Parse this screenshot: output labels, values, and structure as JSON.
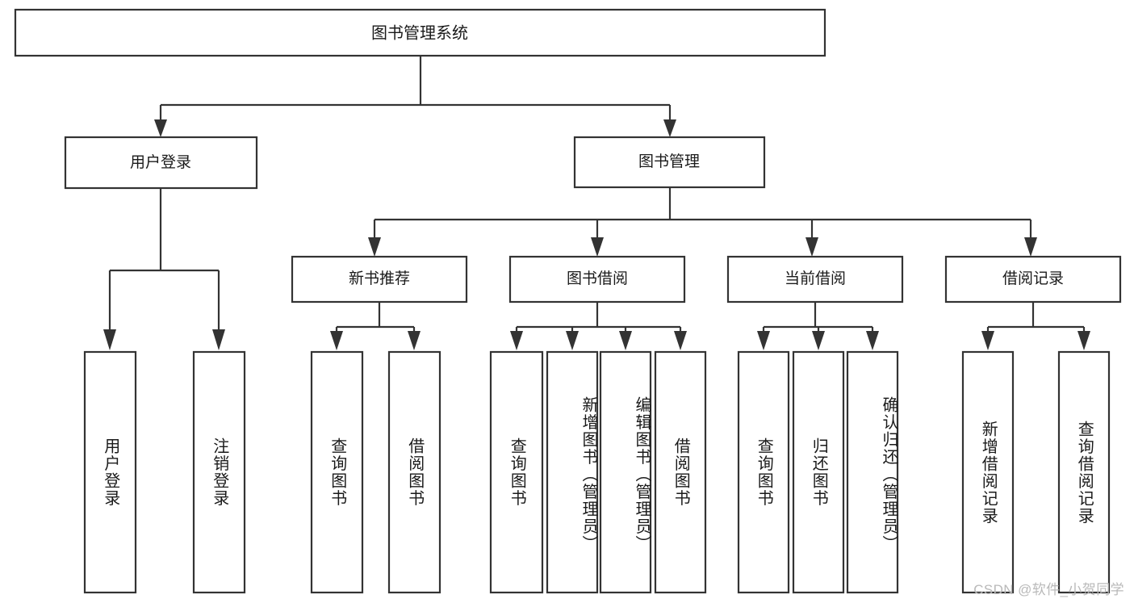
{
  "diagram": {
    "title": "图书管理系统",
    "type": "tree-hierarchy-chart",
    "orientation": "top-down",
    "colors": {
      "box_fill": "#ffffff",
      "box_stroke": "#333333",
      "text": "#1a1a1a",
      "background": "#ffffff",
      "watermark": "#b9b9b9"
    }
  },
  "watermark": {
    "text": "CSDN @软件_小贺同学"
  },
  "nodes": {
    "root": {
      "label": "图书管理系统"
    },
    "level1": [
      {
        "label": "用户登录"
      },
      {
        "label": "图书管理"
      }
    ],
    "level2": [
      {
        "label": "新书推荐"
      },
      {
        "label": "图书借阅"
      },
      {
        "label": "当前借阅"
      },
      {
        "label": "借阅记录"
      }
    ],
    "leaves": {
      "user_login": [
        {
          "label": "用户登录"
        },
        {
          "label": "注销登录"
        }
      ],
      "new_book": [
        {
          "label": "查询图书"
        },
        {
          "label": "借阅图书"
        }
      ],
      "book_borrow": [
        {
          "label": "查询图书"
        },
        {
          "label": "新增图书（管理员）"
        },
        {
          "label": "编辑图书（管理员）"
        },
        {
          "label": "借阅图书"
        }
      ],
      "current_borrow": [
        {
          "label": "查询图书"
        },
        {
          "label": "归还图书"
        },
        {
          "label": "确认归还（管理员）"
        }
      ],
      "borrow_record": [
        {
          "label": "新增借阅记录"
        },
        {
          "label": "查询借阅记录"
        }
      ]
    }
  },
  "chart_data": {
    "type": "tree",
    "title": "图书管理系统",
    "hierarchy": {
      "name": "图书管理系统",
      "children": [
        {
          "name": "用户登录",
          "children": [
            {
              "name": "用户登录"
            },
            {
              "name": "注销登录"
            }
          ]
        },
        {
          "name": "图书管理",
          "children": [
            {
              "name": "新书推荐",
              "children": [
                {
                  "name": "查询图书"
                },
                {
                  "name": "借阅图书"
                }
              ]
            },
            {
              "name": "图书借阅",
              "children": [
                {
                  "name": "查询图书"
                },
                {
                  "name": "新增图书（管理员）"
                },
                {
                  "name": "编辑图书（管理员）"
                },
                {
                  "name": "借阅图书"
                }
              ]
            },
            {
              "name": "当前借阅",
              "children": [
                {
                  "name": "查询图书"
                },
                {
                  "name": "归还图书"
                },
                {
                  "name": "确认归还（管理员）"
                }
              ]
            },
            {
              "name": "借阅记录",
              "children": [
                {
                  "name": "新增借阅记录"
                },
                {
                  "name": "查询借阅记录"
                }
              ]
            }
          ]
        }
      ]
    }
  }
}
